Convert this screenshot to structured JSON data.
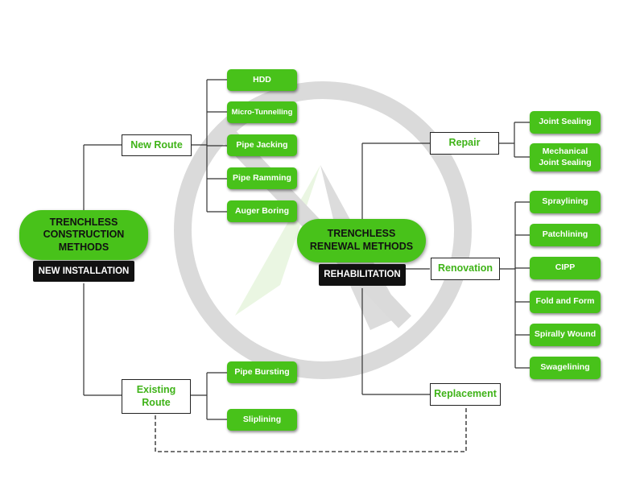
{
  "diagram": {
    "construction": {
      "title_line1": "TRENCHLESS",
      "title_line2": "CONSTRUCTION",
      "title_line3": "METHODS",
      "label": "NEW INSTALLATION",
      "new_route": {
        "label": "New Route",
        "methods": [
          "HDD",
          "Micro-Tunnelling",
          "Pipe Jacking",
          "Pipe Ramming",
          "Auger Boring"
        ]
      },
      "existing_route": {
        "label_line1": "Existing",
        "label_line2": "Route",
        "methods": [
          "Pipe Bursting",
          "Sliplining"
        ]
      }
    },
    "renewal": {
      "title_line1": "TRENCHLESS",
      "title_line2": "RENEWAL METHODS",
      "label": "REHABILITATION",
      "repair": {
        "label": "Repair",
        "methods": [
          {
            "line1": "Joint Sealing",
            "line2": ""
          },
          {
            "line1": "Mechanical",
            "line2": "Joint Sealing"
          }
        ]
      },
      "renovation": {
        "label": "Renovation",
        "methods": [
          "Spraylining",
          "Patchlining",
          "CIPP",
          "Fold and Form",
          "Spirally Wound",
          "Swagelining"
        ]
      },
      "replacement": {
        "label": "Replacement"
      }
    },
    "colors": {
      "accent": "#48c21a",
      "accent_text": "#3fb318",
      "dark": "#111111",
      "watermark": "#d9d9d9"
    }
  }
}
